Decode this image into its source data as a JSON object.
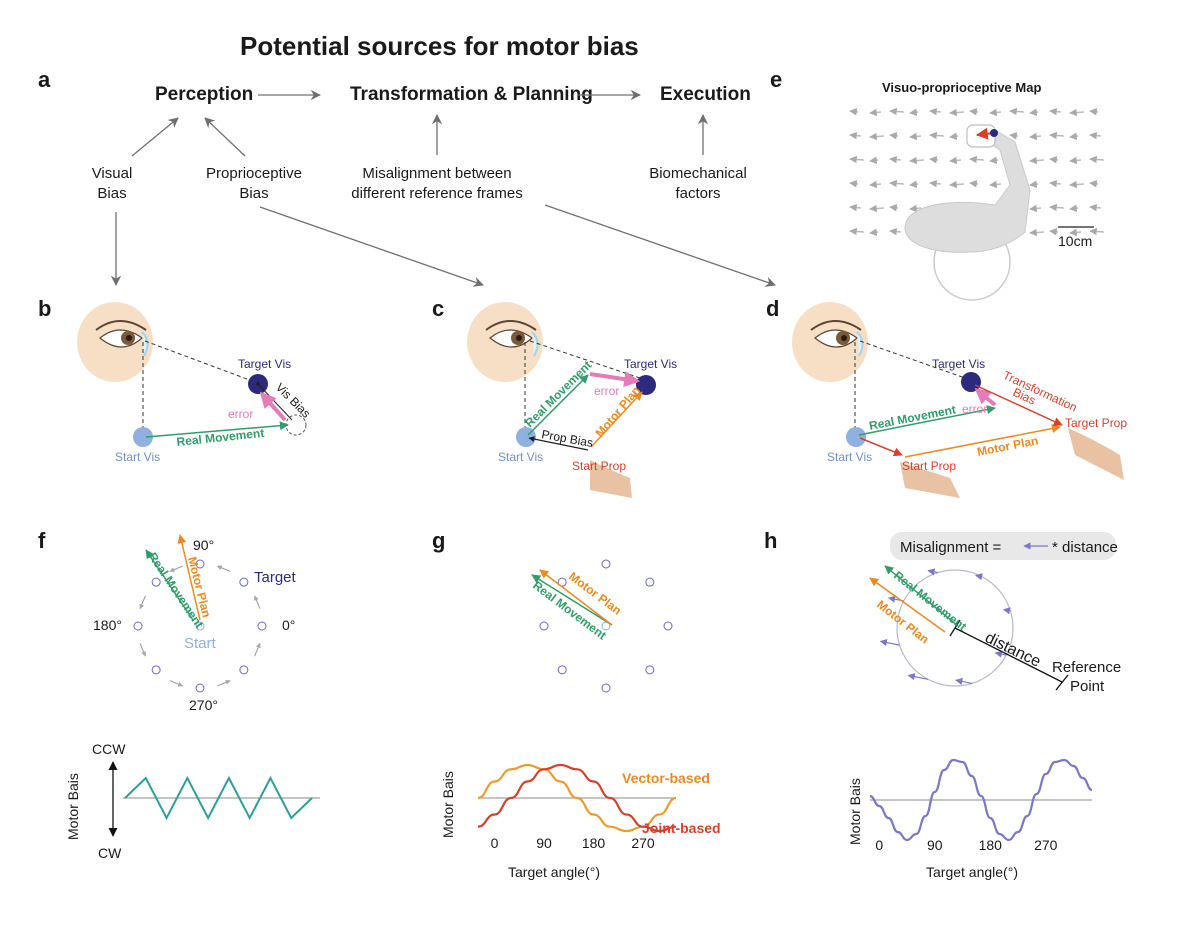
{
  "title": "Potential sources for motor bias",
  "panels": {
    "a": "a",
    "b": "b",
    "c": "c",
    "d": "d",
    "e": "e",
    "f": "f",
    "g": "g",
    "h": "h"
  },
  "stages": {
    "perception": "Perception",
    "transformation": "Transformation & Planning",
    "execution": "Execution"
  },
  "sources": {
    "visual": [
      "Visual",
      "Bias"
    ],
    "proprioceptive": [
      "Proprioceptive",
      "Bias"
    ],
    "misalignment": [
      "Misalignment between",
      "different reference frames"
    ],
    "biomechanical": [
      "Biomechanical",
      "factors"
    ]
  },
  "panel_b": {
    "target": "Target Vis",
    "start": "Start Vis",
    "real": "Real Movement",
    "error": "error",
    "vis_bias": "Vis Bias"
  },
  "panel_c": {
    "target": "Target Vis",
    "start": "Start Vis",
    "real": "Real Movement",
    "error": "error",
    "prop_bias": "Prop Bias",
    "motor_plan": "Motor Plan",
    "start_prop": "Start Prop"
  },
  "panel_d": {
    "target": "Target Vis",
    "start": "Start Vis",
    "real": "Real Movement",
    "error": "error",
    "transformation_bias": [
      "Transformation",
      "Bias"
    ],
    "motor_plan": "Motor Plan",
    "start_prop": "Start Prop",
    "target_prop": "Target Prop"
  },
  "panel_e": {
    "title": "Visuo-proprioceptive Map",
    "scale": "10cm"
  },
  "panel_f": {
    "deg90": "90°",
    "deg0": "0°",
    "deg180": "180°",
    "deg270": "270°",
    "target": "Target",
    "start": "Start",
    "real": "Real Movement",
    "motor_plan": "Motor Plan",
    "y_label": "Motor Bais",
    "ccw": "CCW",
    "cw": "CW"
  },
  "panel_g": {
    "real": "Real Movement",
    "motor_plan": "Motor Plan",
    "y_label": "Motor Bais",
    "x_label": "Target angle(°)",
    "vector": "Vector-based",
    "joint": "Joint-based"
  },
  "panel_h": {
    "formula_left": "Misalignment =",
    "formula_right": "* distance",
    "real": "Real Movement",
    "motor_plan": "Motor Plan",
    "distance": "distance",
    "reference": [
      "Reference",
      "Point"
    ],
    "y_label": "Motor Bais",
    "x_label": "Target angle(°)"
  },
  "chart_data": [
    {
      "type": "line",
      "title": "",
      "ylabel": "Motor Bais",
      "xlabel": "",
      "series": [
        {
          "values": [
            0,
            1,
            -1,
            1,
            -1,
            1,
            -1,
            1,
            -1,
            0
          ]
        }
      ]
    },
    {
      "type": "line",
      "title": "",
      "xlabel": "Target angle(°)",
      "ylabel": "Motor Bais",
      "x_ticks": [
        0,
        90,
        180,
        270
      ],
      "series": [
        {
          "name": "Vector-based",
          "x": [
            -30,
            0,
            30,
            60,
            90,
            120,
            150,
            180,
            210,
            240,
            270,
            300,
            330
          ],
          "values": [
            0,
            0.5,
            0.87,
            1,
            0.87,
            0.5,
            0,
            -0.5,
            -0.87,
            -1,
            -0.87,
            -0.5,
            0
          ]
        },
        {
          "name": "Joint-based",
          "x": [
            -30,
            0,
            30,
            60,
            90,
            120,
            150,
            180,
            210,
            240,
            270,
            300,
            330
          ],
          "values": [
            -0.87,
            -0.5,
            0,
            0.5,
            0.87,
            1,
            0.87,
            0.5,
            0,
            -0.5,
            -0.87,
            -1,
            -0.87
          ]
        }
      ]
    },
    {
      "type": "line",
      "title": "",
      "xlabel": "Target angle(°)",
      "ylabel": "Motor Bais",
      "x_ticks": [
        0,
        90,
        180,
        270
      ],
      "series": [
        {
          "x": [
            -15,
            0,
            15,
            30,
            45,
            60,
            75,
            90,
            105,
            120,
            135,
            150,
            165,
            180,
            195,
            210,
            225,
            240,
            255,
            270,
            285,
            300,
            315,
            330,
            345
          ],
          "values": [
            0.1,
            -0.15,
            -0.45,
            -0.8,
            -1,
            -0.85,
            -0.4,
            0.2,
            0.75,
            1,
            0.95,
            0.6,
            0.1,
            -0.45,
            -0.85,
            -1,
            -0.8,
            -0.4,
            0.15,
            0.65,
            0.95,
            1,
            0.85,
            0.55,
            0.25
          ]
        }
      ]
    }
  ]
}
